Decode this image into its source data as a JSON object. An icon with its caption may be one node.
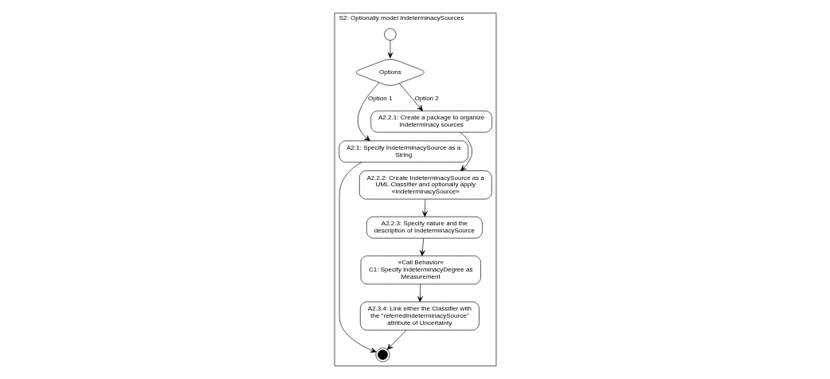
{
  "diagram": {
    "nodes": [
      {
        "text": [
          "S2: Optionally model IndeterminacySources"
        ]
      },
      {
        "text": [],
        "shape": "circle",
        "in": 0
      },
      {
        "text": [
          "Options"
        ],
        "in": 0
      },
      {
        "text": [
          "A2.1: Specify IndeterminacySource as a String"
        ],
        "in": 0
      },
      {
        "text": [],
        "shape": "circle",
        "in": 0
      },
      {
        "text": [
          "A2.2.1: Create a package to organize indeterminacy sources"
        ],
        "in": 0
      },
      {
        "text": [
          "A2.2.2: Create IndeterminacySource as a UML Classifier and optionally apply «IndeterminacySource»"
        ],
        "in": 0
      },
      {
        "text": [
          "A2.2.3: Specify nature and the description of IndeterminacySource"
        ],
        "in": 0
      },
      {
        "text": [
          "«Call Behavior»",
          "C1: Specify indeterminacyDegree as Measurement"
        ],
        "in": 0
      },
      {
        "text": [
          "A2.3.4: Link either the Classifier with the \"referredIndeterminacySource\" attribute of Uncertainty"
        ],
        "in": 0
      }
    ],
    "edges": [
      {
        "from": 1,
        "to": 2,
        "arrow": "to"
      },
      {
        "from": 2,
        "to": 3,
        "arrow": "to",
        "label": "Option 1"
      },
      {
        "from": 2,
        "to": 5,
        "arrow": "to",
        "label": "Option 2"
      },
      {
        "from": 3,
        "to": 4,
        "arrow": "to"
      },
      {
        "from": 5,
        "to": 6,
        "arrow": "to"
      },
      {
        "from": 6,
        "to": 7,
        "arrow": "to"
      },
      {
        "from": 7,
        "to": 8,
        "arrow": "to"
      },
      {
        "from": 8,
        "to": 9,
        "arrow": "to"
      },
      {
        "from": 9,
        "to": 4,
        "arrow": "to"
      }
    ]
  }
}
